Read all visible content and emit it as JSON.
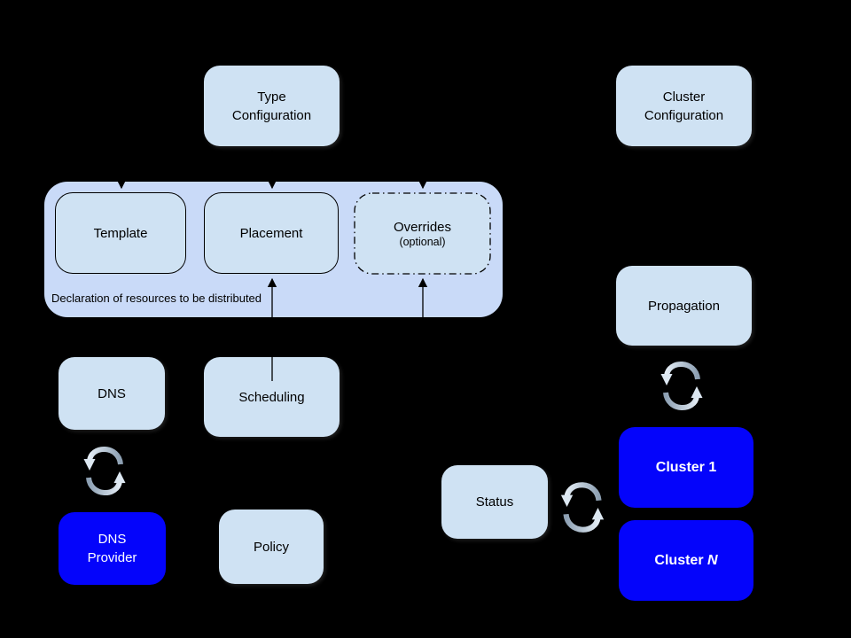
{
  "colors": {
    "background": "#000000",
    "node_fill": "#cfe2f3",
    "group_fill": "#c9daf8",
    "cluster_fill": "#0404fb",
    "text_dark": "#000000",
    "text_light": "#ffffff",
    "connector": "#000000",
    "sync_icon_light": "#e3ecf5",
    "sync_icon_dark": "#8da0b3"
  },
  "nodes": {
    "type_config": "Type\nConfiguration",
    "cluster_config": "Cluster\nConfiguration",
    "template": "Template",
    "placement": "Placement",
    "overrides_title": "Overrides",
    "overrides_subtitle": "(optional)",
    "group_caption": "Declaration of resources to be distributed",
    "dns": "DNS",
    "scheduling": "Scheduling",
    "dns_provider": "DNS\nProvider",
    "policy": "Policy",
    "propagation": "Propagation",
    "status": "Status",
    "cluster_1": "Cluster 1",
    "cluster_n_prefix": "Cluster ",
    "cluster_n_suffix": "N"
  }
}
